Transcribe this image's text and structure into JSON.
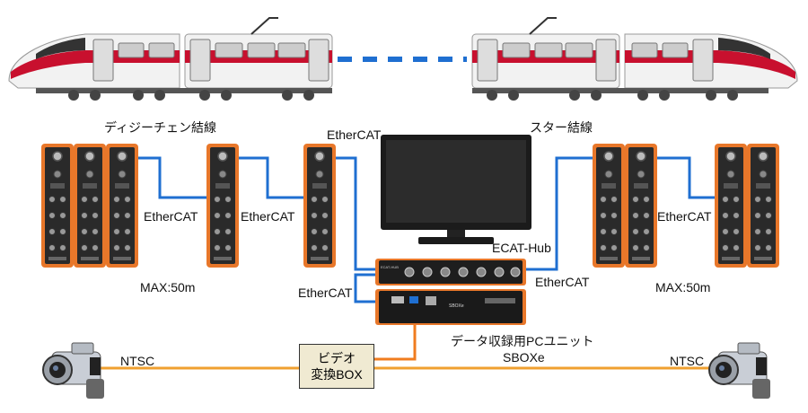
{
  "labels": {
    "daisy_chain": "ディジーチェン結線",
    "star": "スター結線",
    "ethercat_top": "EtherCAT",
    "ethercat_left1": "EtherCAT",
    "ethercat_left2": "EtherCAT",
    "ethercat_bottom_left": "EtherCAT",
    "ethercat_right1": "EtherCAT",
    "ethercat_right2": "EtherCAT",
    "hub": "ECAT-Hub",
    "max_left": "MAX:50m",
    "max_right": "MAX:50m",
    "unit_line1": "データ収録用PCユニット",
    "unit_line2": "SBOXe",
    "video_box_line1": "ビデオ",
    "video_box_line2": "変換BOX",
    "ntsc_left": "NTSC",
    "ntsc_right": "NTSC",
    "hub_device_text": "ECAT-HUB",
    "sbox_device_text": "SBOXe"
  },
  "colors": {
    "ethercat_cable": "#1f6fd1",
    "video_cable_orange": "#f07c1f",
    "video_cable_tan": "#f0a030",
    "module_orange": "#e8772a",
    "module_body": "#2a2a2a",
    "train_red": "#c8102e"
  }
}
